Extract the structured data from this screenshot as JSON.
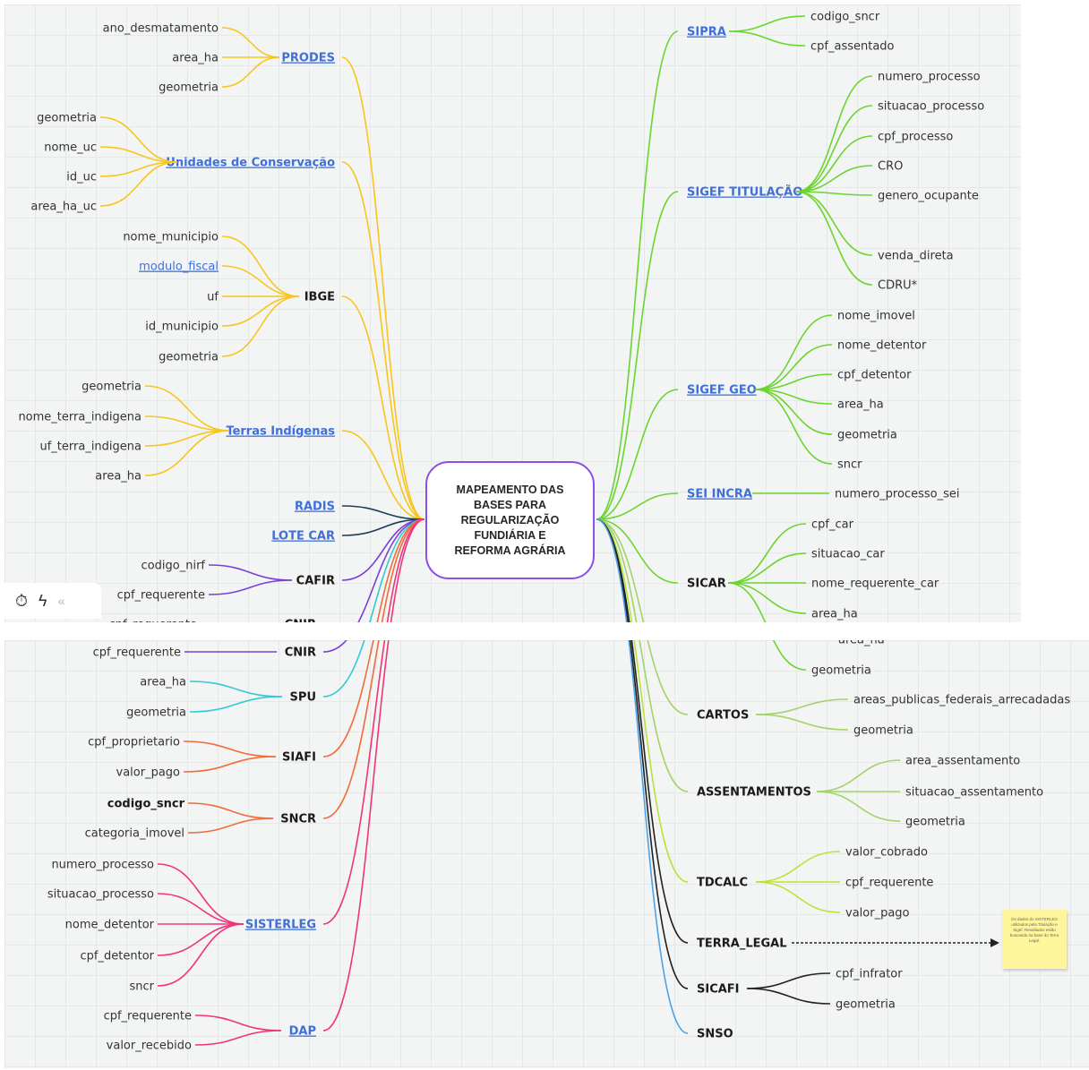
{
  "center_title": "MAPEAMENTO DAS\nBASES PARA\nREGULARIZAÇÃO\nFUNDIÁRIA E\nREFORMA AGRÁRIA",
  "sticky_note": "Os dados do SISTERLEG utilizados pela Titulação e Sigef. Resultados estão buscando na base do Terra Legal.",
  "toolbar": {
    "timer_icon": "timer-icon",
    "bolt_icon": "bolt-icon",
    "collapse_label": "«"
  },
  "colors": {
    "yellow": "#f8c51d",
    "green": "#6ad52e",
    "navy": "#1c3d5a",
    "purple": "#7a3fd6",
    "cyan": "#33c9d6",
    "orange": "#f26b3a",
    "pink": "#f0347a",
    "lime": "#b9e337",
    "olive": "#a3d36a",
    "black": "#222222",
    "blue": "#4aa3e8",
    "center_border": "#8a4fe6"
  },
  "left_branches": [
    {
      "id": "prodes",
      "label": "PRODES",
      "link": true,
      "color": "yellow",
      "children": [
        "ano_desmatamento",
        "area_ha",
        "geometria"
      ]
    },
    {
      "id": "ucs",
      "label": "Unidades de Conservação",
      "link": true,
      "color": "yellow",
      "children": [
        "geometria",
        "nome_uc",
        "id_uc",
        "area_ha_uc"
      ]
    },
    {
      "id": "ibge",
      "label": "IBGE",
      "link": false,
      "color": "yellow",
      "children": [
        "nome_municipio",
        "modulo_fiscal",
        "uf",
        "id_municipio",
        "geometria"
      ],
      "linked_children": [
        1
      ]
    },
    {
      "id": "ti",
      "label": "Terras Indígenas",
      "link": true,
      "color": "yellow",
      "children": [
        "geometria",
        "nome_terra_indigena",
        "uf_terra_indigena",
        "area_ha"
      ]
    },
    {
      "id": "radis",
      "label": "RADIS",
      "link": true,
      "color": "navy",
      "children": []
    },
    {
      "id": "lotecar",
      "label": "LOTE CAR",
      "link": true,
      "color": "navy",
      "children": []
    },
    {
      "id": "cafir",
      "label": "CAFIR",
      "link": false,
      "color": "purple",
      "children": [
        "codigo_nirf",
        "cpf_requerente"
      ]
    },
    {
      "id": "cnir",
      "label": "CNIR",
      "link": false,
      "color": "purple",
      "children": [
        "cpf_requerente"
      ]
    },
    {
      "id": "spu",
      "label": "SPU",
      "link": false,
      "color": "cyan",
      "children": [
        "area_ha",
        "geometria"
      ]
    },
    {
      "id": "siafi",
      "label": "SIAFI",
      "link": false,
      "color": "orange",
      "children": [
        "cpf_proprietario",
        "valor_pago"
      ]
    },
    {
      "id": "sncr",
      "label": "SNCR",
      "link": false,
      "color": "orange",
      "children": [
        "codigo_sncr",
        "categoria_imovel"
      ],
      "bold_children": [
        0
      ]
    },
    {
      "id": "sisterleg",
      "label": "SISTERLEG",
      "link": true,
      "color": "pink",
      "children": [
        "numero_processo",
        "situacao_processo",
        "nome_detentor",
        "cpf_detentor",
        "sncr"
      ]
    },
    {
      "id": "dap",
      "label": "DAP",
      "link": true,
      "color": "pink",
      "children": [
        "cpf_requerente",
        "valor_recebido"
      ]
    }
  ],
  "right_branches": [
    {
      "id": "sipra",
      "label": "SIPRA",
      "link": true,
      "color": "green",
      "children": [
        "codigo_sncr",
        "cpf_assentado"
      ]
    },
    {
      "id": "sigef_tit",
      "label": "SIGEF TITULAÇÃO",
      "link": true,
      "color": "green",
      "children": [
        "numero_processo",
        "situacao_processo",
        "cpf_processo",
        "CRO",
        "genero_ocupante",
        "venda_direta",
        "CDRU*"
      ]
    },
    {
      "id": "sigef_geo",
      "label": "SIGEF GEO",
      "link": true,
      "color": "green",
      "children": [
        "nome_imovel",
        "nome_detentor",
        "cpf_detentor",
        "area_ha",
        "geometria",
        "sncr"
      ]
    },
    {
      "id": "sei",
      "label": "SEI INCRA",
      "link": true,
      "color": "green",
      "children": [
        "numero_processo_sei"
      ]
    },
    {
      "id": "sicar",
      "label": "SICAR",
      "link": false,
      "color": "green",
      "children": [
        "cpf_car",
        "situacao_car",
        "nome_requerente_car",
        "area_ha",
        "geometria"
      ]
    },
    {
      "id": "cartos",
      "label": "CARTOS",
      "link": false,
      "color": "olive",
      "children": [
        "areas_publicas_federais_arrecadadas",
        "geometria"
      ]
    },
    {
      "id": "assent",
      "label": "ASSENTAMENTOS",
      "link": false,
      "color": "olive",
      "children": [
        "area_assentamento",
        "situacao_assentamento",
        "geometria"
      ]
    },
    {
      "id": "tdcalc",
      "label": "TDCALC",
      "link": false,
      "color": "lime",
      "children": [
        "valor_cobrado",
        "cpf_requerente",
        "valor_pago"
      ]
    },
    {
      "id": "terralegal",
      "label": "TERRA_LEGAL",
      "link": false,
      "color": "black",
      "children": []
    },
    {
      "id": "sicafi",
      "label": "SICAFI",
      "link": false,
      "color": "black",
      "children": [
        "cpf_infrator",
        "geometria"
      ]
    },
    {
      "id": "snso",
      "label": "SNSO",
      "link": false,
      "color": "blue",
      "children": []
    }
  ],
  "partial_labels": {
    "cnir_top": "CNIR",
    "cafir_cut": "cpf_requerente",
    "sicar_area_cut": "area_ha"
  }
}
